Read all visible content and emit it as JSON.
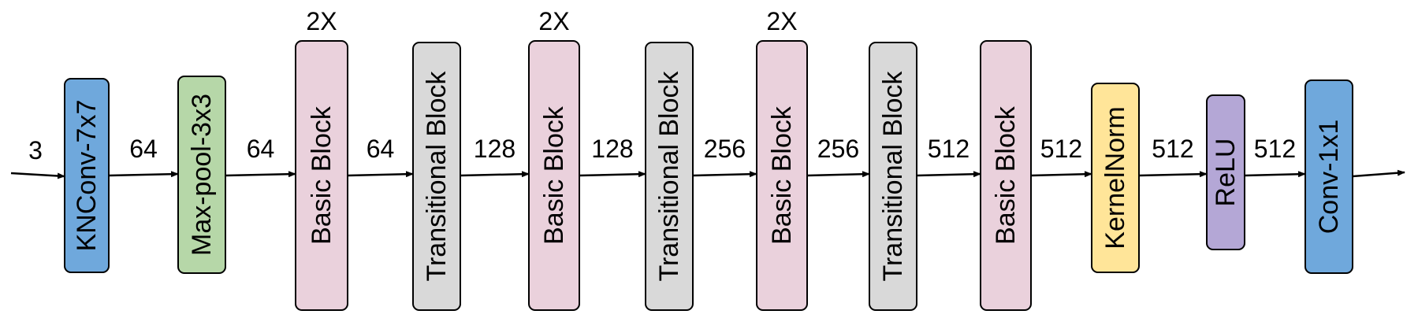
{
  "input_label": "3",
  "blocks": [
    {
      "label": "KNConv-7x7",
      "color": "#6fa8dc",
      "repeat": ""
    },
    {
      "label": "Max-pool-3x3",
      "color": "#b6d7a8",
      "repeat": ""
    },
    {
      "label": "Basic Block",
      "color": "#ead1dc",
      "repeat": "2X"
    },
    {
      "label": "Transitional Block",
      "color": "#d9d9d9",
      "repeat": ""
    },
    {
      "label": "Basic Block",
      "color": "#ead1dc",
      "repeat": "2X"
    },
    {
      "label": "Transitional Block",
      "color": "#d9d9d9",
      "repeat": ""
    },
    {
      "label": "Basic Block",
      "color": "#ead1dc",
      "repeat": "2X"
    },
    {
      "label": "Transitional Block",
      "color": "#d9d9d9",
      "repeat": ""
    },
    {
      "label": "Basic Block",
      "color": "#ead1dc",
      "repeat": ""
    },
    {
      "label": "KernelNorm",
      "color": "#ffe599",
      "repeat": ""
    },
    {
      "label": "ReLU",
      "color": "#b4a7d6",
      "repeat": ""
    },
    {
      "label": "Conv-1x1",
      "color": "#6fa8dc",
      "repeat": ""
    }
  ],
  "edge_labels": [
    "64",
    "64",
    "64",
    "128",
    "128",
    "256",
    "256",
    "512",
    "512",
    "512",
    "512"
  ],
  "border_color": "#000000"
}
